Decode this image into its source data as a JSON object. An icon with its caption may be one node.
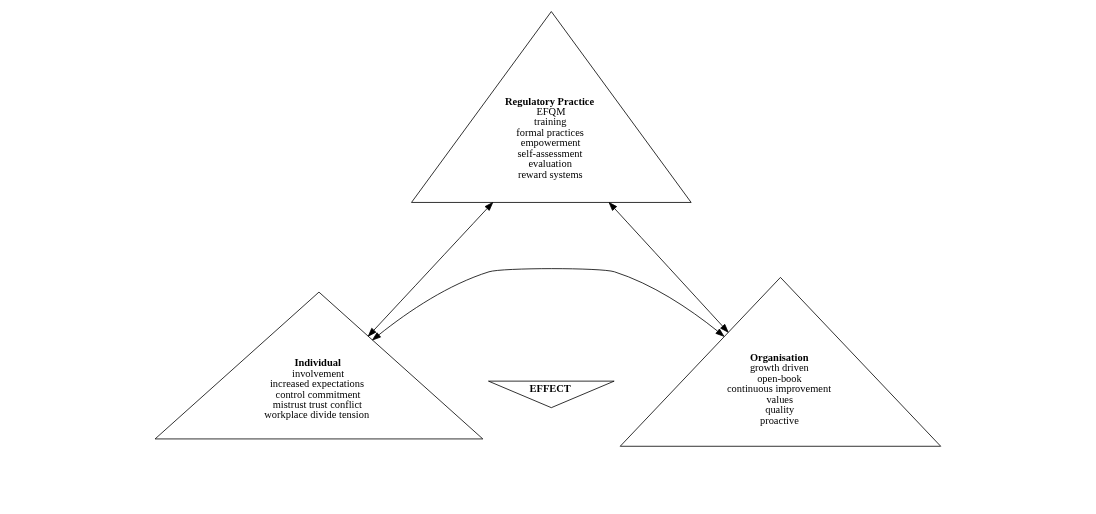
{
  "diagram": {
    "nodes": [
      {
        "text": [
          "Regulatory Practice",
          "EFQM",
          "training",
          "formal practices",
          "empowerment",
          "self-assessment",
          "evaluation",
          "reward systems"
        ]
      },
      {
        "text": [
          "Individual",
          "involvement",
          "increased expectations",
          "control commitment",
          "mistrust trust conflict",
          "workplace divide tension"
        ]
      },
      {
        "text": [
          "EFFECT"
        ]
      },
      {
        "text": [
          "Organisation",
          "growth driven",
          "open-book",
          "continuous improvement",
          "values",
          "quality",
          "proactive"
        ]
      }
    ],
    "edges": [
      {
        "from": 1,
        "to": 0,
        "arrow": "both"
      },
      {
        "from": 0,
        "to": 3,
        "arrow": "both"
      },
      {
        "from": 1,
        "to": 3,
        "arrow": "both"
      }
    ]
  }
}
